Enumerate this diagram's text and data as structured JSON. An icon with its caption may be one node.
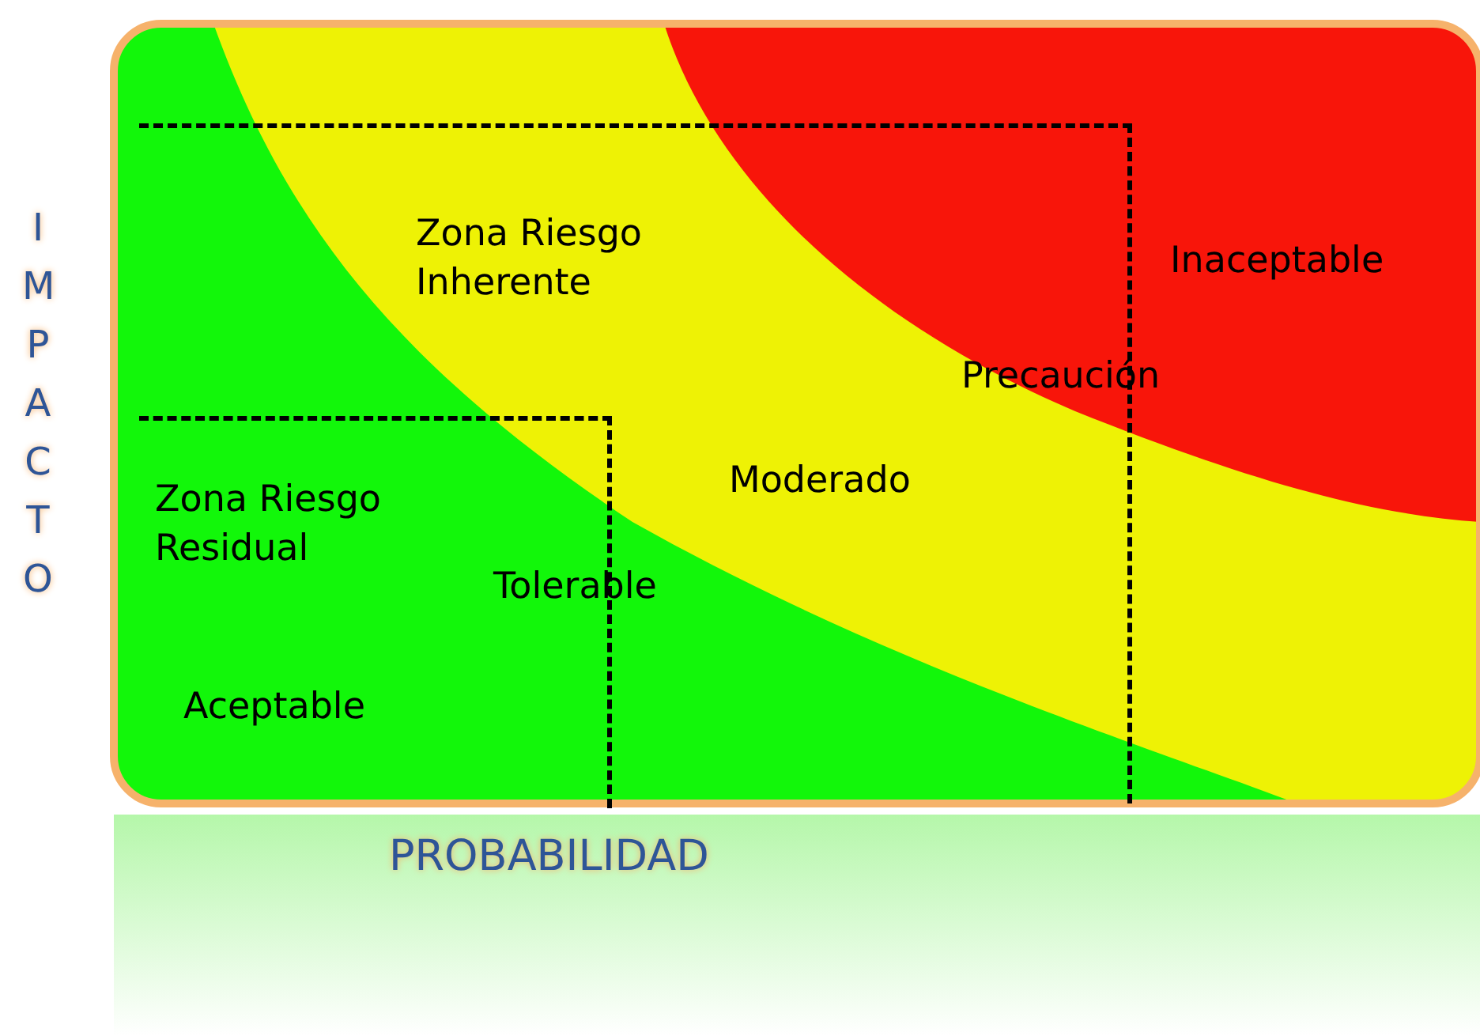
{
  "diagram": {
    "nodes": [
      {
        "text": [
          "Zona Riesgo Inherente"
        ]
      },
      {
        "text": [
          "Zona Riesgo Residual"
        ],
        "in": 0
      }
    ],
    "labels": [
      "IMPACTO",
      "Inaceptable",
      "Precaución",
      "Moderado",
      "Tolerable",
      "Aceptable",
      "PROBABILIDAD"
    ]
  }
}
